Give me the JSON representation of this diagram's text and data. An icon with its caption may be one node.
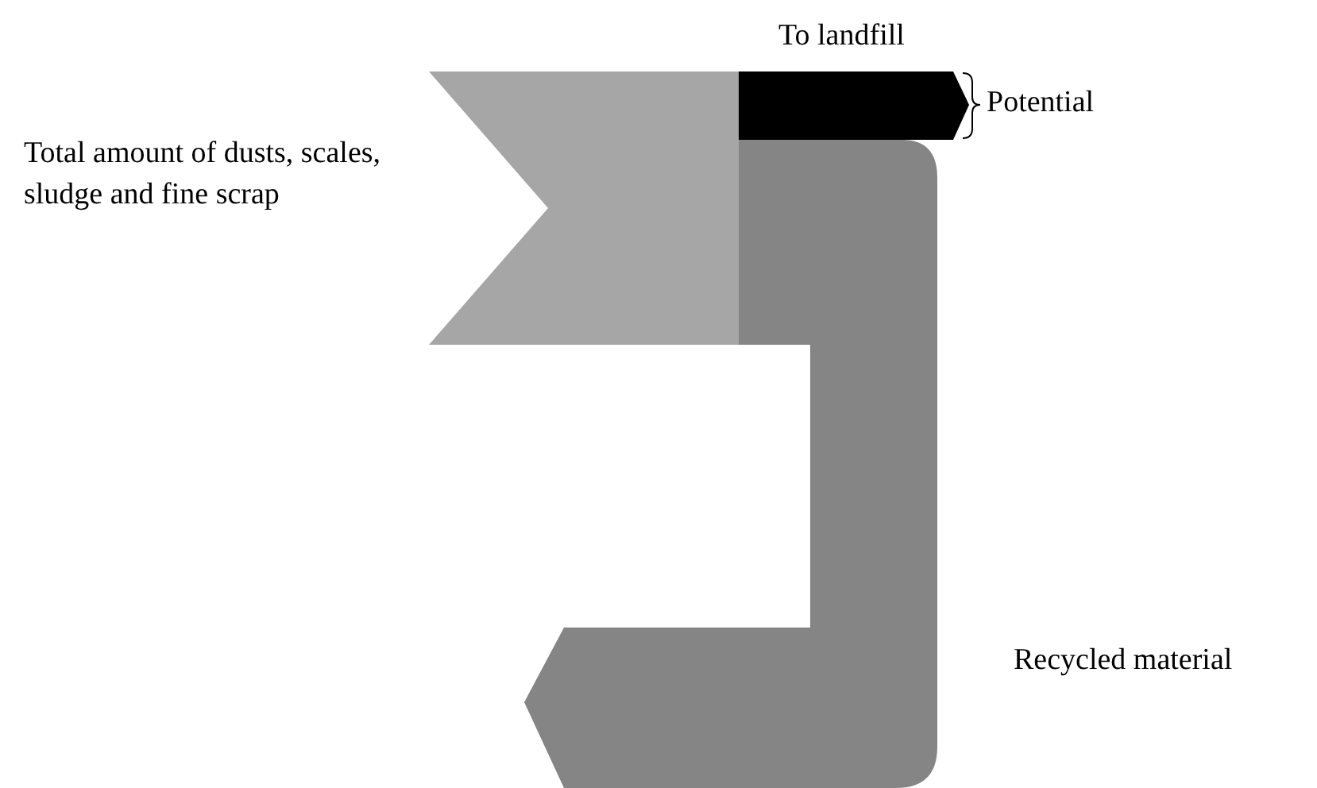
{
  "diagram": {
    "labels": [
      "To landfill",
      "Potential",
      "Total amount of dusts, scales, sludge and fine scrap",
      "Recycled material"
    ]
  }
}
